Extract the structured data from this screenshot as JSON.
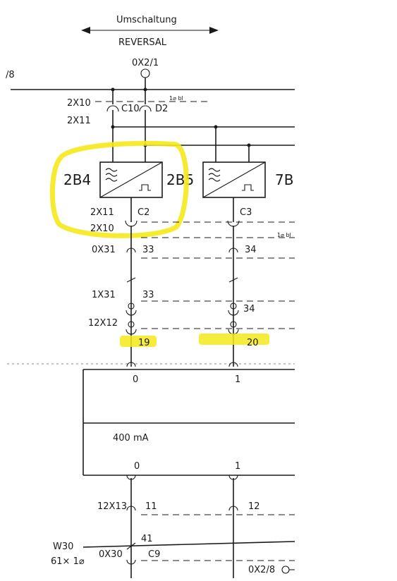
{
  "header": {
    "title": "Umschaltung",
    "subtitle": "REVERSAL"
  },
  "labels": {
    "top_terminal": "0X2/1",
    "left_ref": "/8",
    "conn_2x10": "2X10",
    "conn_2x11": "2X11",
    "conn_c10": "C10",
    "conn_d2": "D2",
    "wire_spec_top": "1⌀ bl",
    "module_left_a": "2B4",
    "module_left_b": "2B5",
    "module_right": "7B",
    "conn_2x11_b": "2X11",
    "conn_2x10_b": "2X10",
    "conn_c2": "C2",
    "conn_c3": "C3",
    "wire_spec_mid": "1⌀ bl",
    "conn_0x31": "0X31",
    "pin_33a": "33",
    "pin_34a": "34",
    "conn_1x31": "1X31",
    "pin_33b": "33",
    "pin_34b": "34",
    "conn_12x12": "12X12",
    "pin_19": "19",
    "pin_20": "20",
    "node_0_top": "0",
    "node_1_top": "1",
    "current": "400 mA",
    "node_0_bot": "0",
    "node_1_bot": "1",
    "conn_12x13": "12X13",
    "pin_11": "11",
    "pin_12": "12",
    "pin_41": "41",
    "cable_w30": "W30",
    "cable_spec": "61× 1⌀",
    "conn_0x30": "0X30",
    "conn_c9": "C9",
    "bottom_terminal": "0X2/8"
  },
  "colors": {
    "ink": "#1a1a1a",
    "highlight": "#f5e91a"
  }
}
